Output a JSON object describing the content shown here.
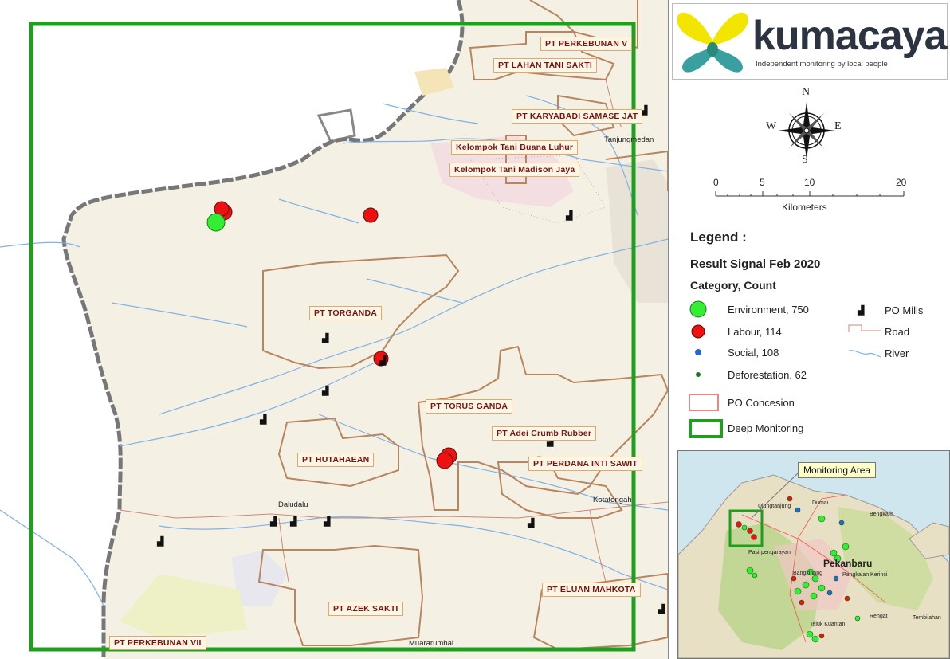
{
  "brand": {
    "name": "kumacaya",
    "tagline": "Independent monitoring by local people"
  },
  "compass": {
    "north": "N",
    "south": "S",
    "east": "E",
    "west": "W"
  },
  "scalebar": {
    "ticks": [
      "0",
      "5",
      "10",
      "20"
    ],
    "unit": "Kilometers"
  },
  "legend": {
    "heading": "Legend :",
    "subtitle": "Result Signal Feb 2020",
    "category_header": "Category, Count",
    "categories": [
      {
        "label": "Environment, 750",
        "color": "#33ee33"
      },
      {
        "label": "Labour, 114",
        "color": "#ee1111"
      },
      {
        "label": "Social, 108",
        "color": "#2266dd"
      },
      {
        "label": "Deforestation, 62",
        "color": "#1a7a1a"
      }
    ],
    "po_mills": "PO Mills",
    "road": "Road",
    "river": "River",
    "po_concession": "PO Concesion",
    "deep_monitoring": "Deep Monitoring"
  },
  "concessions": [
    "PT PERKEBUNAN V",
    "PT LAHAN TANI SAKTI",
    "PT KARYABADI SAMASE JAT",
    "Kelompok Tani Buana Luhur",
    "Kelompok Tani Madison Jaya",
    "PT TORGANDA",
    "PT TORUS GANDA",
    "PT Adei Crumb Rubber",
    "PT PERDANA INTI SAWIT",
    "PT HUTAHAEAN",
    "PT ELUAN MAHKOTA",
    "PT AZEK SAKTI",
    "PT PERKEBUNAN VII"
  ],
  "towns": [
    "Tanjungmedan",
    "Kotatengah",
    "Daludalu",
    "Muararumbai"
  ],
  "inset": {
    "callout": "Monitoring Area",
    "cities": [
      "Ujungtanjung",
      "Dumai",
      "Bengkalis",
      "Pekanbaru",
      "Pasirpengarayan",
      "Bangkinang",
      "Pangkalan Kerinci",
      "Rengat",
      "Tembilahan",
      "Teluk Kuantan"
    ]
  }
}
